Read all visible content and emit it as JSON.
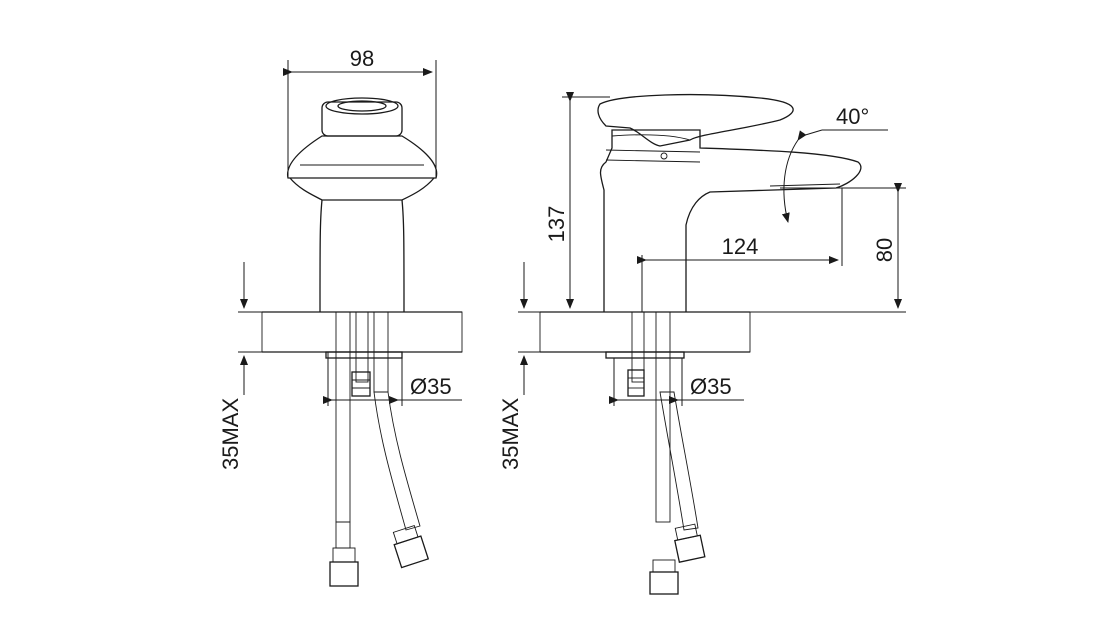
{
  "dimensions": {
    "width_label": "98",
    "height_label": "137",
    "reach_label": "124",
    "spout_height_label": "80",
    "angle_label": "40°",
    "hole_left_label": "Ø35",
    "hole_right_label": "Ø35",
    "thickness_left_label": "35MAX",
    "thickness_right_label": "35MAX"
  },
  "colors": {
    "line": "#1a1a1a",
    "background": "#ffffff"
  }
}
